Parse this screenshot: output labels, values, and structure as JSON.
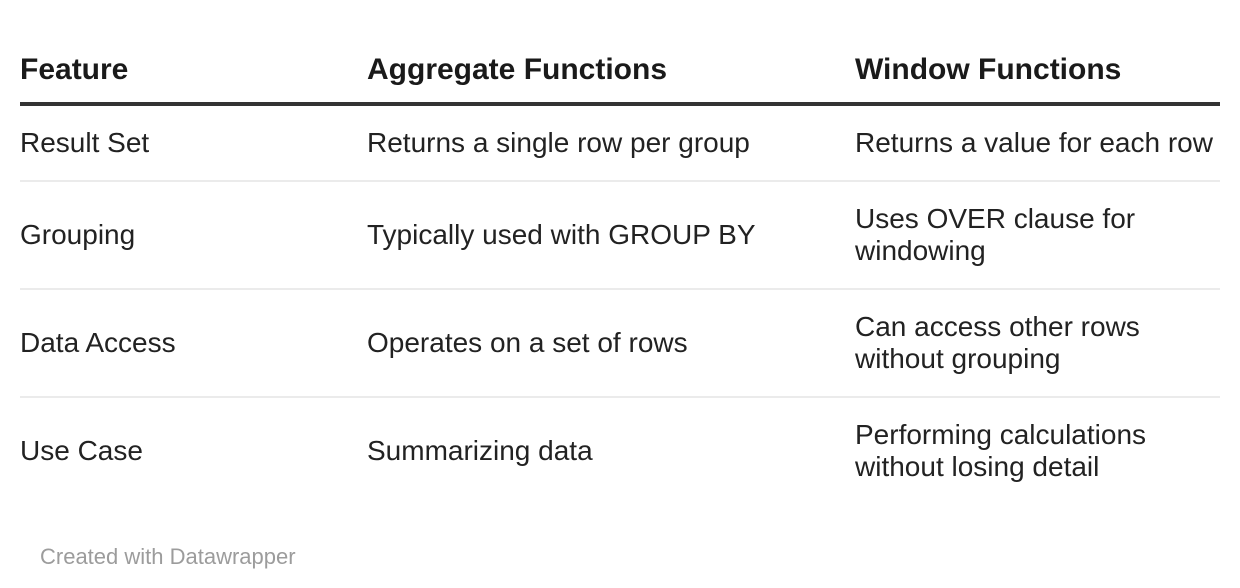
{
  "chart_data": {
    "type": "table",
    "columns": [
      "Feature",
      "Aggregate Functions",
      "Window Functions"
    ],
    "rows": [
      {
        "cells": [
          "Result Set",
          "Returns a single row per group",
          "Returns a value for each row"
        ]
      },
      {
        "cells": [
          "Grouping",
          "Typically used with GROUP BY",
          "Uses OVER clause for\nwindowing"
        ]
      },
      {
        "cells": [
          "Data Access",
          "Operates on a set of rows",
          "Can access other rows\nwithout grouping"
        ]
      },
      {
        "cells": [
          "Use Case",
          "Summarizing data",
          "Performing calculations\nwithout losing detail"
        ]
      }
    ],
    "title": "",
    "legend_position": "none",
    "grid": "horizontal-dividers-only"
  },
  "footer": {
    "credit": "Created with Datawrapper"
  },
  "colors": {
    "background": "#ffffff",
    "header_text": "#1a1a1a",
    "body_text": "#222222",
    "header_rule": "#333333",
    "row_divider": "#ebebeb",
    "credit_text": "#9c9c9c"
  }
}
